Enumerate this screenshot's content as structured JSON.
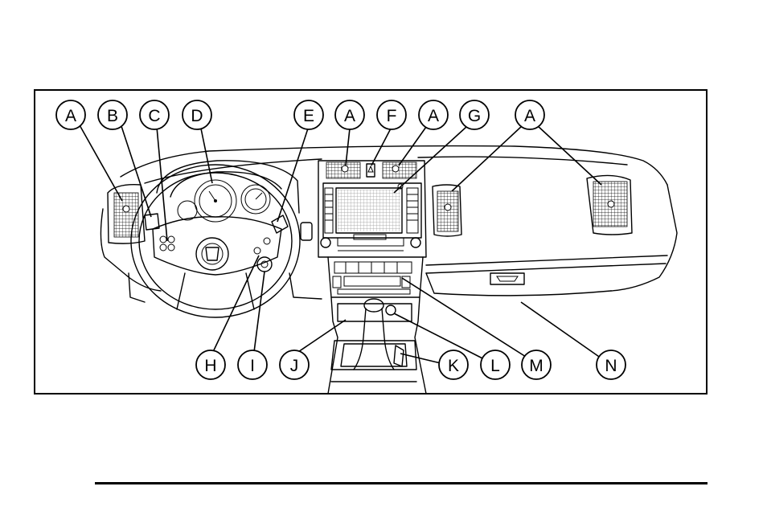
{
  "callouts": [
    {
      "id": "a1",
      "letter": "A"
    },
    {
      "id": "b",
      "letter": "B"
    },
    {
      "id": "c",
      "letter": "C"
    },
    {
      "id": "d",
      "letter": "D"
    },
    {
      "id": "e",
      "letter": "E"
    },
    {
      "id": "a2",
      "letter": "A"
    },
    {
      "id": "f",
      "letter": "F"
    },
    {
      "id": "a3",
      "letter": "A"
    },
    {
      "id": "g",
      "letter": "G"
    },
    {
      "id": "a4",
      "letter": "A"
    },
    {
      "id": "h",
      "letter": "H"
    },
    {
      "id": "i",
      "letter": "I"
    },
    {
      "id": "j",
      "letter": "J"
    },
    {
      "id": "k",
      "letter": "K"
    },
    {
      "id": "l",
      "letter": "L"
    },
    {
      "id": "m",
      "letter": "M"
    },
    {
      "id": "n",
      "letter": "N"
    }
  ]
}
